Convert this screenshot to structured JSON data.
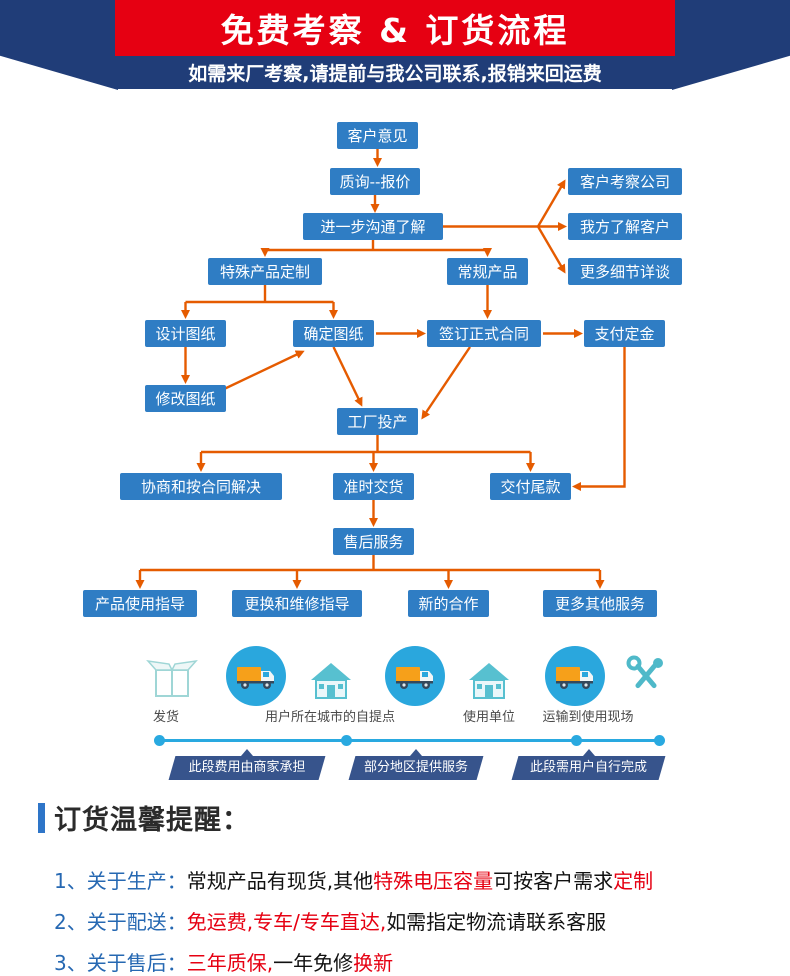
{
  "header": {
    "title": "免费考察 & 订货流程",
    "subtitle": "如需来厂考察,请提前与我公司联系,报销来回运费"
  },
  "flow": {
    "boxes": [
      {
        "label": "客户意见"
      },
      {
        "label": "质询--报价"
      },
      {
        "label": "进一步沟通了解"
      },
      {
        "label": "客户考察公司"
      },
      {
        "label": "我方了解客户"
      },
      {
        "label": "更多细节详谈"
      },
      {
        "label": "特殊产品定制"
      },
      {
        "label": "常规产品"
      },
      {
        "label": "设计图纸"
      },
      {
        "label": "确定图纸"
      },
      {
        "label": "签订正式合同"
      },
      {
        "label": "支付定金"
      },
      {
        "label": "修改图纸"
      },
      {
        "label": "工厂投产"
      },
      {
        "label": "协商和按合同解决"
      },
      {
        "label": "准时交货"
      },
      {
        "label": "交付尾款"
      },
      {
        "label": "售后服务"
      },
      {
        "label": "产品使用指导"
      },
      {
        "label": "更换和维修指导"
      },
      {
        "label": "新的合作"
      },
      {
        "label": "更多其他服务"
      }
    ]
  },
  "delivery": {
    "icons": [
      "package-icon",
      "truck-icon",
      "house-icon",
      "truck-icon",
      "house-icon",
      "truck-icon",
      "tools-icon"
    ],
    "station_labels": [
      "发货",
      "用户所在城市的自提点",
      "使用单位",
      "运输到使用现场"
    ],
    "ribbons": [
      "此段费用由商家承担",
      "部分地区提供服务",
      "此段需用户自行完成"
    ]
  },
  "notes": {
    "title": "订货温馨提醒：",
    "lines": [
      {
        "segments": [
          {
            "text": "1、关于生产：",
            "style": "blue"
          },
          {
            "text": "常规产品有现货,其他",
            "style": "dark"
          },
          {
            "text": "特殊电压容量",
            "style": "red"
          },
          {
            "text": "可按客户需求",
            "style": "dark"
          },
          {
            "text": "定制",
            "style": "red"
          }
        ]
      },
      {
        "segments": [
          {
            "text": "2、关于配送：",
            "style": "blue"
          },
          {
            "text": "免运费,专车/专车直达,",
            "style": "red"
          },
          {
            "text": "如需指定物流请联系客服",
            "style": "dark"
          }
        ]
      },
      {
        "segments": [
          {
            "text": "3、关于售后：",
            "style": "blue"
          },
          {
            "text": "三年质保,",
            "style": "red"
          },
          {
            "text": "一年免修",
            "style": "dark"
          },
          {
            "text": "换新",
            "style": "red"
          }
        ]
      }
    ]
  },
  "colors": {
    "banner_red": "#e60012",
    "banner_blue": "#203d78",
    "flow_box_blue": "#2f7dc4",
    "arrow_orange": "#e55b00",
    "note_blue": "#2668b2",
    "note_red": "#e60012",
    "timeline_blue": "#29a9e0",
    "ribbon_blue": "#37548c"
  }
}
